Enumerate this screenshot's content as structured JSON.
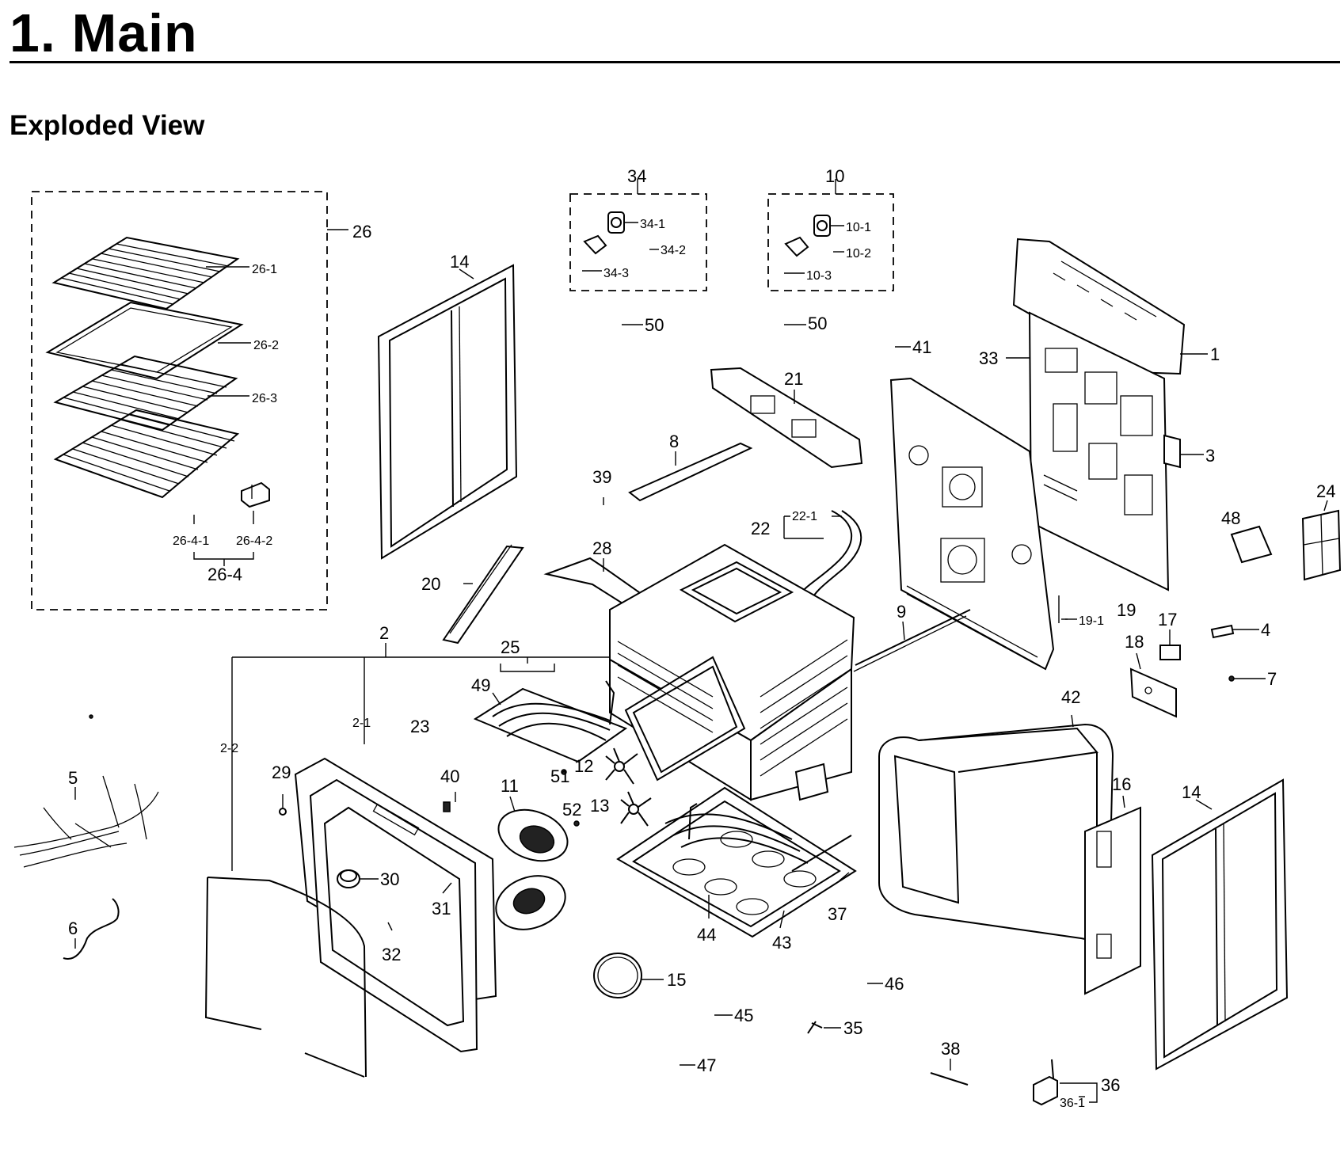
{
  "header": {
    "title": "1.  Main",
    "subtitle": "Exploded View"
  },
  "callouts": [
    {
      "id": "c26",
      "label": "26"
    },
    {
      "id": "c26-1",
      "label": "26-1"
    },
    {
      "id": "c26-2",
      "label": "26-2"
    },
    {
      "id": "c26-3",
      "label": "26-3"
    },
    {
      "id": "c26-4-1",
      "label": "26-4-1"
    },
    {
      "id": "c26-4-2",
      "label": "26-4-2"
    },
    {
      "id": "c26-4",
      "label": "26-4"
    },
    {
      "id": "c14a",
      "label": "14"
    },
    {
      "id": "c34",
      "label": "34"
    },
    {
      "id": "c34-1",
      "label": "34-1"
    },
    {
      "id": "c34-2",
      "label": "34-2"
    },
    {
      "id": "c34-3",
      "label": "34-3"
    },
    {
      "id": "c10",
      "label": "10"
    },
    {
      "id": "c10-1",
      "label": "10-1"
    },
    {
      "id": "c10-2",
      "label": "10-2"
    },
    {
      "id": "c10-3",
      "label": "10-3"
    },
    {
      "id": "c50a",
      "label": "50"
    },
    {
      "id": "c50b",
      "label": "50"
    },
    {
      "id": "c41",
      "label": "41"
    },
    {
      "id": "c33",
      "label": "33"
    },
    {
      "id": "c1",
      "label": "1"
    },
    {
      "id": "c21",
      "label": "21"
    },
    {
      "id": "c3",
      "label": "3"
    },
    {
      "id": "c8",
      "label": "8"
    },
    {
      "id": "c39",
      "label": "39"
    },
    {
      "id": "c22",
      "label": "22"
    },
    {
      "id": "c22-1",
      "label": "22-1"
    },
    {
      "id": "c24",
      "label": "24"
    },
    {
      "id": "c48",
      "label": "48"
    },
    {
      "id": "c28",
      "label": "28"
    },
    {
      "id": "c20",
      "label": "20"
    },
    {
      "id": "c9",
      "label": "9"
    },
    {
      "id": "c19",
      "label": "19"
    },
    {
      "id": "c19-1",
      "label": "19-1"
    },
    {
      "id": "c17",
      "label": "17"
    },
    {
      "id": "c4",
      "label": "4"
    },
    {
      "id": "c2",
      "label": "2"
    },
    {
      "id": "c25",
      "label": "25"
    },
    {
      "id": "c18",
      "label": "18"
    },
    {
      "id": "c7",
      "label": "7"
    },
    {
      "id": "c49",
      "label": "49"
    },
    {
      "id": "c42",
      "label": "42"
    },
    {
      "id": "c2-1",
      "label": "2-1"
    },
    {
      "id": "c23",
      "label": "23"
    },
    {
      "id": "c2-2",
      "label": "2-2"
    },
    {
      "id": "c12",
      "label": "12"
    },
    {
      "id": "c29",
      "label": "29"
    },
    {
      "id": "c40",
      "label": "40"
    },
    {
      "id": "c51",
      "label": "51"
    },
    {
      "id": "c11",
      "label": "11"
    },
    {
      "id": "c16",
      "label": "16"
    },
    {
      "id": "c14b",
      "label": "14"
    },
    {
      "id": "c5",
      "label": "5"
    },
    {
      "id": "c13",
      "label": "13"
    },
    {
      "id": "c52",
      "label": "52"
    },
    {
      "id": "c30",
      "label": "30"
    },
    {
      "id": "c31",
      "label": "31"
    },
    {
      "id": "c37",
      "label": "37"
    },
    {
      "id": "c6",
      "label": "6"
    },
    {
      "id": "c44",
      "label": "44"
    },
    {
      "id": "c43",
      "label": "43"
    },
    {
      "id": "c32",
      "label": "32"
    },
    {
      "id": "c15",
      "label": "15"
    },
    {
      "id": "c46",
      "label": "46"
    },
    {
      "id": "c45",
      "label": "45"
    },
    {
      "id": "c35",
      "label": "35"
    },
    {
      "id": "c38",
      "label": "38"
    },
    {
      "id": "c47",
      "label": "47"
    },
    {
      "id": "c36",
      "label": "36"
    },
    {
      "id": "c36-1",
      "label": "36-1"
    }
  ]
}
